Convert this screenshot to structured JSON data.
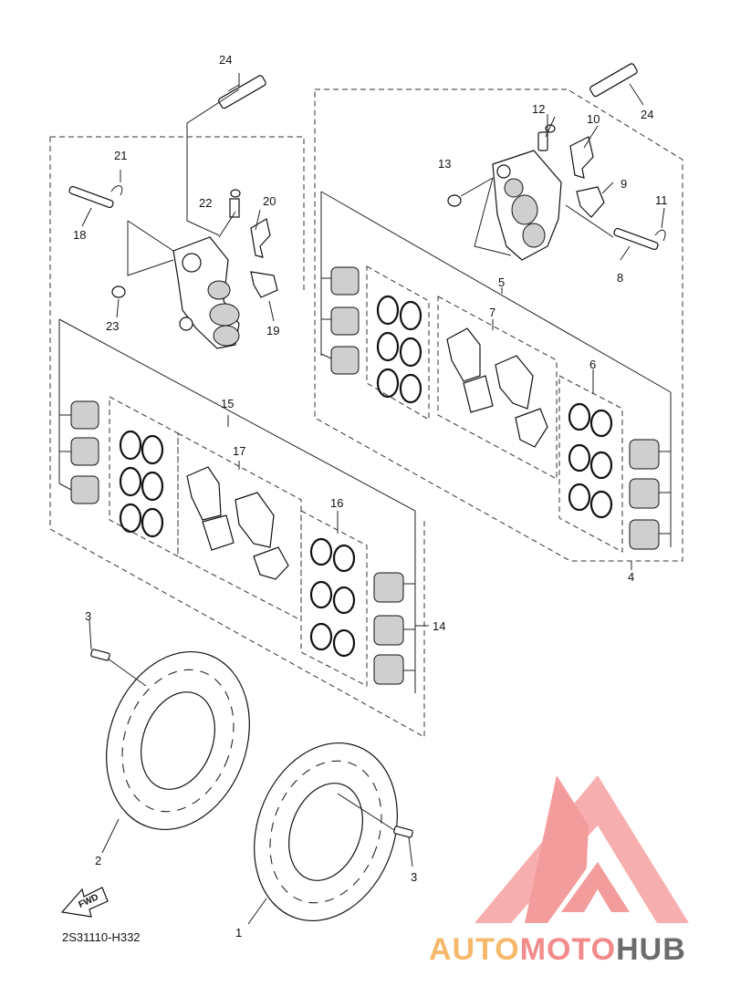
{
  "diagram": {
    "code": "2S31110-H332",
    "fwd_label": "FWD",
    "callouts": {
      "c1": "1",
      "c2": "2",
      "c3a": "3",
      "c3b": "3",
      "c4": "4",
      "c5": "5",
      "c6": "6",
      "c7": "7",
      "c8": "8",
      "c9": "9",
      "c10": "10",
      "c11": "11",
      "c12": "12",
      "c13": "13",
      "c14": "14",
      "c15": "15",
      "c16": "16",
      "c17": "17",
      "c18": "18",
      "c19": "19",
      "c20": "20",
      "c21": "21",
      "c22": "22",
      "c23": "23",
      "c24a": "24",
      "c24b": "24"
    }
  },
  "watermark": {
    "part1": "AUTO",
    "part2": "MOTO",
    "part3": "HUB",
    "color_red": "#f28b8b",
    "color_orange": "#f6b96b",
    "color_gray": "#6b6b6b"
  }
}
